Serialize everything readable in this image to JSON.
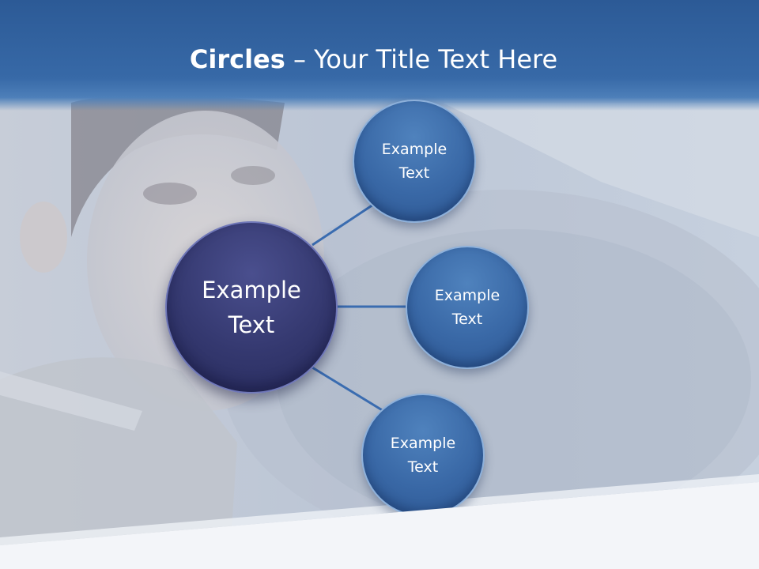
{
  "slide": {
    "title_bold": "Circles",
    "title_rest": " – Your Title Text Here"
  },
  "diagram": {
    "center": "Example\nText",
    "nodes": [
      {
        "label": "Example\nText"
      },
      {
        "label": "Example\nText"
      },
      {
        "label": "Example\nText"
      }
    ]
  },
  "colors": {
    "header": "#3769a7",
    "center_circle": "#34386f",
    "node_circle": "#3968a6",
    "connector": "#3a6cb0"
  }
}
